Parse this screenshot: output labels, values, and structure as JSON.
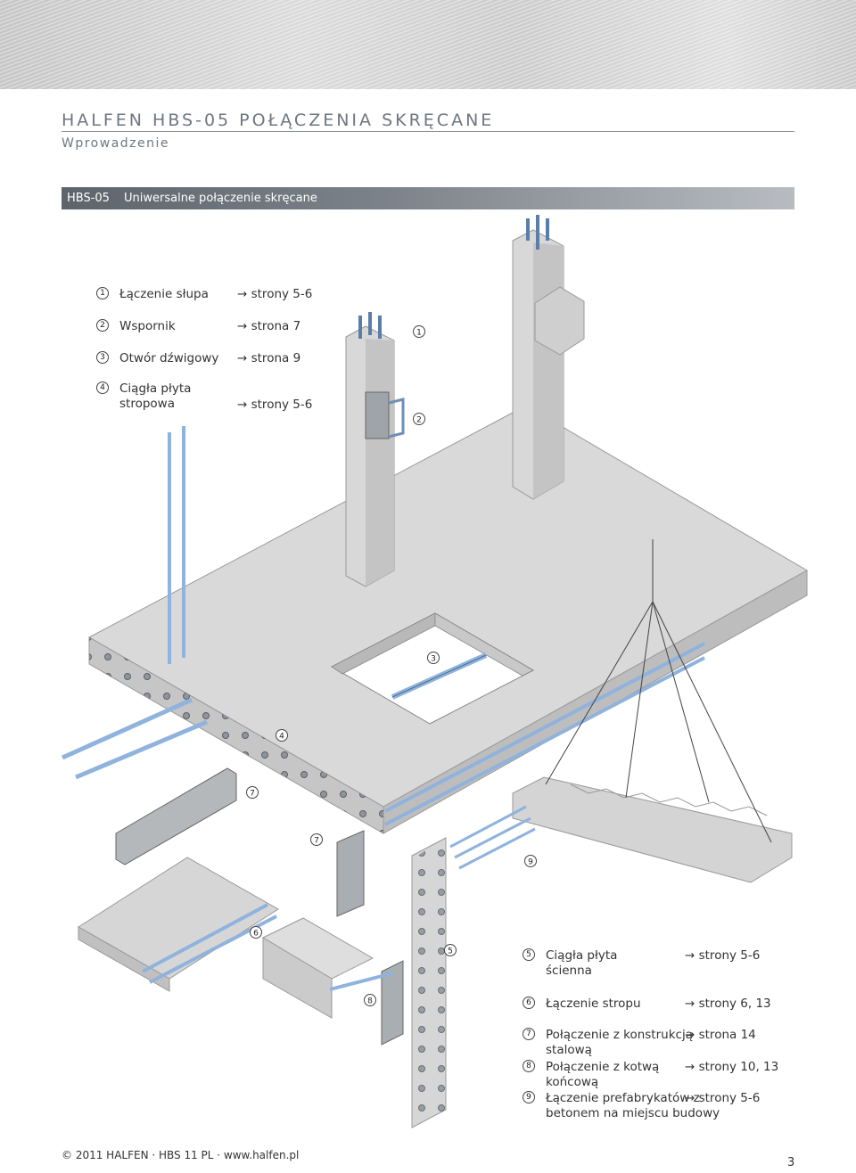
{
  "header": {
    "title": "HALFEN HBS-05 POŁĄCZENIA SKRĘCANE",
    "subtitle": "Wprowadzenie"
  },
  "section_bar": {
    "code": "HBS-05",
    "description": "Uniwersalne połączenie skręcane"
  },
  "legend_top": [
    {
      "num": "1",
      "label": "Łączenie słupa",
      "ref": "strony 5-6"
    },
    {
      "num": "2",
      "label": "Wspornik",
      "ref": "strona 7"
    },
    {
      "num": "3",
      "label": "Otwór dźwigowy",
      "ref": "strona 9"
    },
    {
      "num": "4",
      "label": "Ciągła płyta stropowa",
      "ref": "strony 5-6"
    }
  ],
  "legend_bottom": [
    {
      "num": "5",
      "label": "Ciągła płyta ścienna",
      "ref": "strony 5-6"
    },
    {
      "num": "6",
      "label": "Łączenie stropu",
      "ref": "strony 6, 13"
    },
    {
      "num": "7",
      "label": "Połączenie z konstrukcją stalową",
      "ref": "strona 14"
    },
    {
      "num": "8",
      "label": "Połączenie z kotwą końcową",
      "ref": "strony 10, 13"
    },
    {
      "num": "9",
      "label": "Łączenie prefabrykatów z betonem na miejscu budowy",
      "ref": "strony 5-6"
    }
  ],
  "ref_arrow": "→",
  "illustration_markers": [
    "1",
    "2",
    "3",
    "4",
    "5",
    "6",
    "7",
    "7",
    "8",
    "9"
  ],
  "colors": {
    "concrete": "#d9d9d9",
    "concrete_dark": "#b3b3b3",
    "rod_blue": "#8fb3dd",
    "heading_grey": "#6e7680"
  },
  "footer": {
    "copyright": "© 2011 HALFEN · HBS 11 PL · www.halfen.pl",
    "page": "3"
  }
}
